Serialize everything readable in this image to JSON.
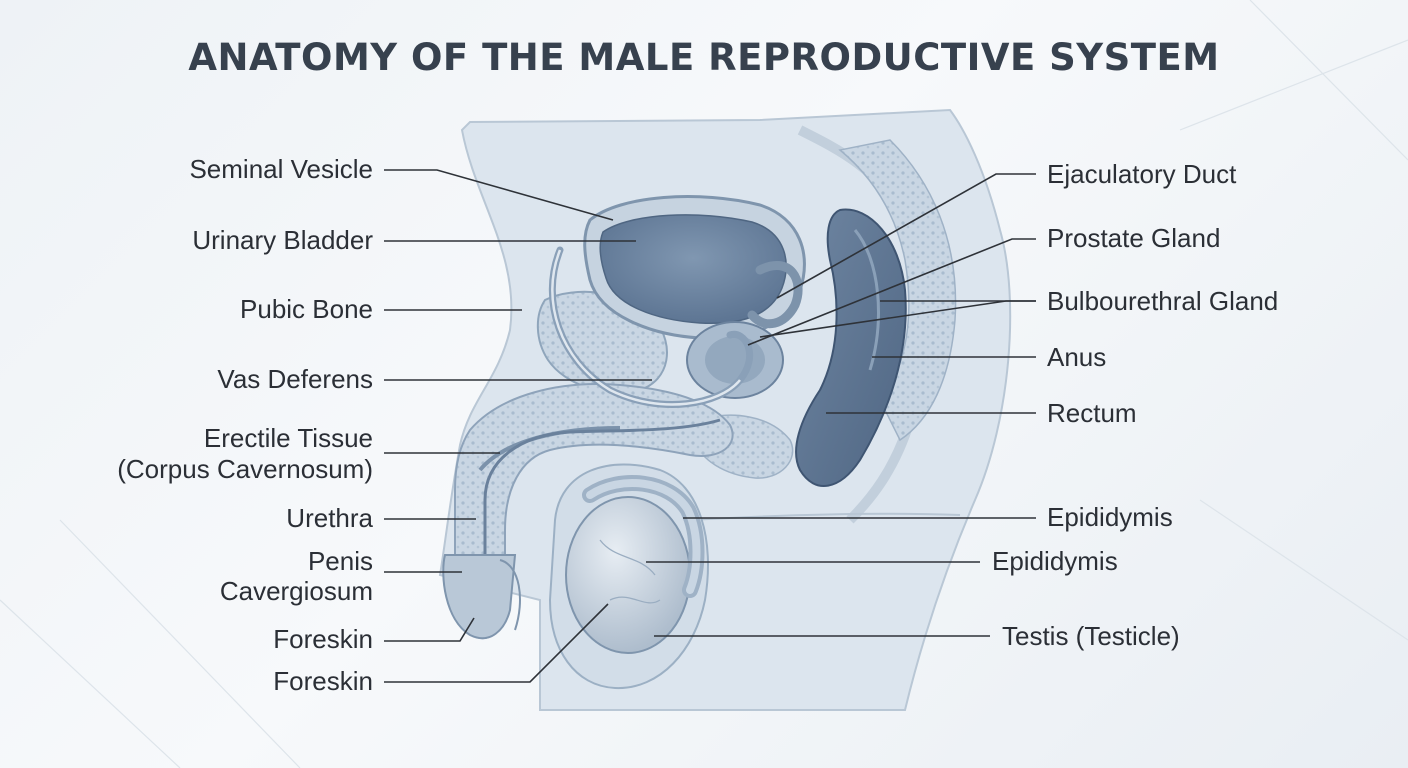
{
  "title": "ANATOMY OF THE MALE REPRODUCTIVE SYSTEM",
  "labels_left": {
    "seminal_vesicle": "Seminal Vesicle",
    "urinary_bladder": "Urinary Bladder",
    "pubic_bone": "Pubic Bone",
    "vas_deferens": "Vas Deferens",
    "erectile_tissue_line1": "Erectile Tissue",
    "erectile_tissue_line2": "(Corpus Cavernosum)",
    "urethra": "Urethra",
    "penis_line1": "Penis",
    "penis_line2": "Cavergiosum",
    "foreskin_1": "Foreskin",
    "foreskin_2": "Foreskin"
  },
  "labels_right": {
    "ejaculatory_duct": "Ejaculatory Duct",
    "prostate_gland": "Prostate Gland",
    "bulbourethral_gland": "Bulbourethral Gland",
    "anus": "Anus",
    "rectum": "Rectum",
    "epididymis_1": "Epididymis",
    "epididymis_2": "Epididymis",
    "testis": "Testis (Testicle)"
  }
}
